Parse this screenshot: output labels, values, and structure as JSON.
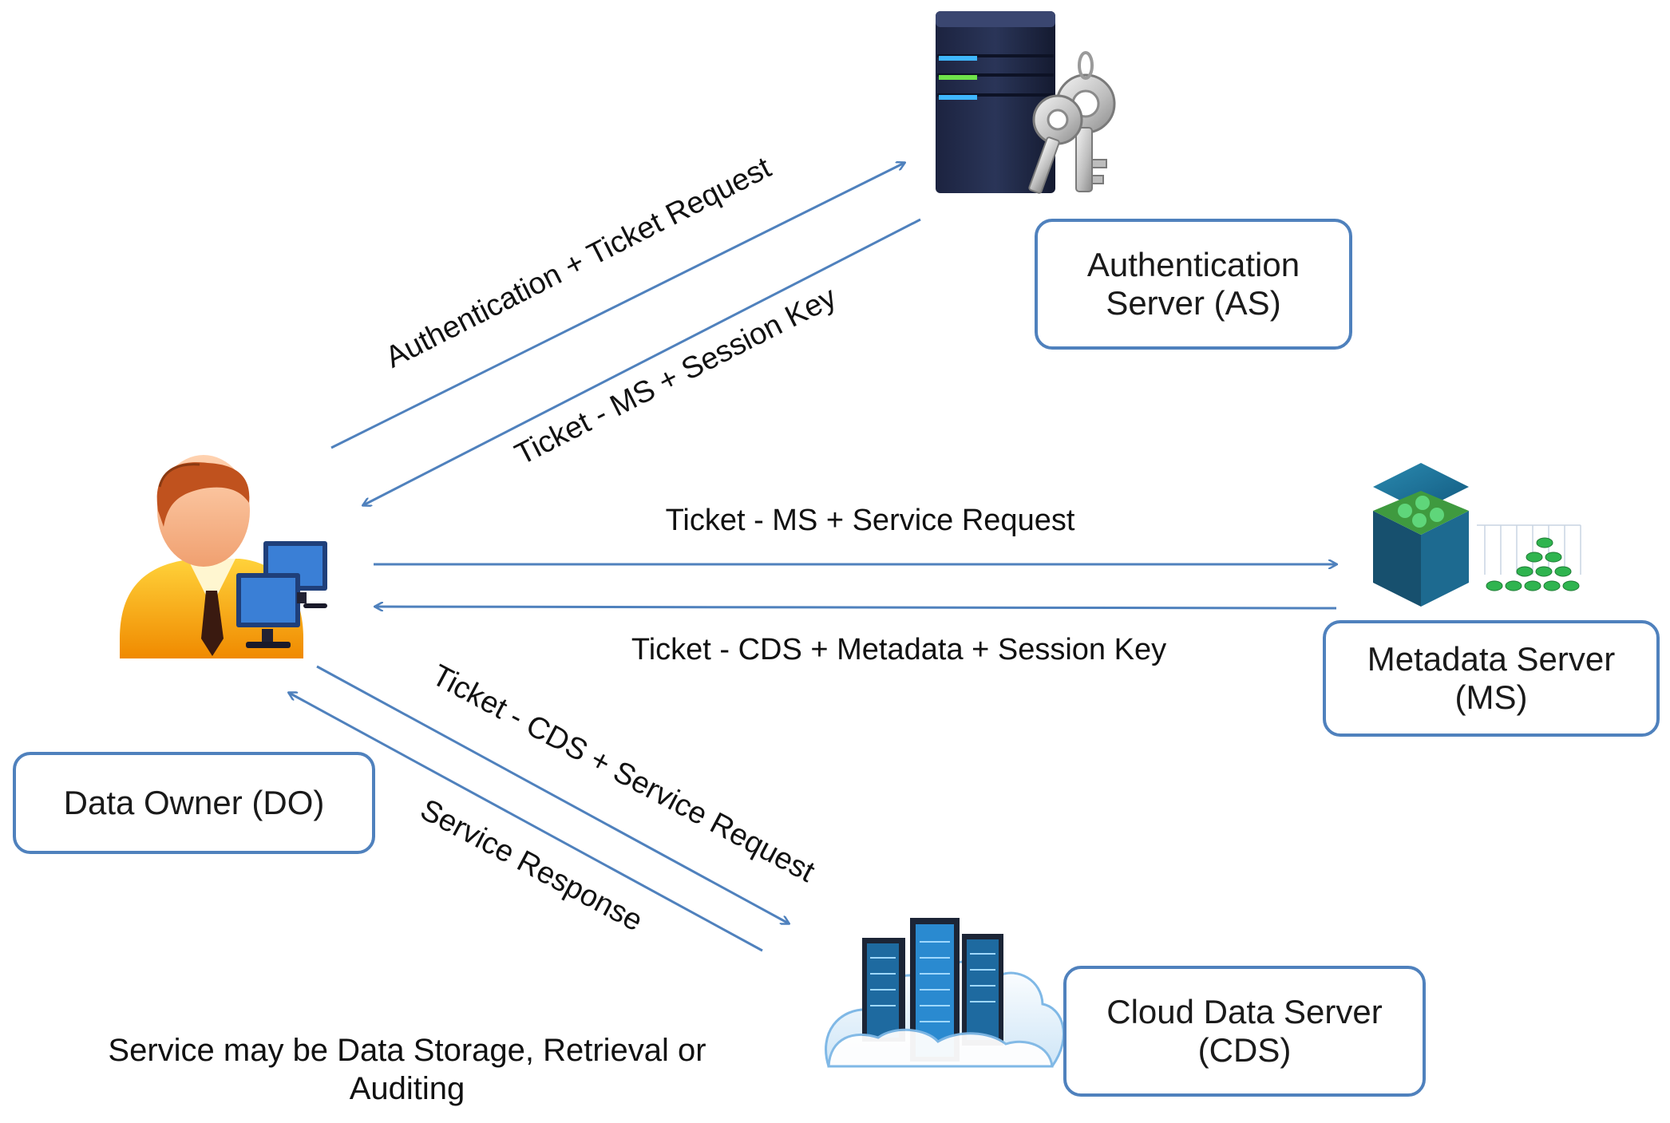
{
  "nodes": {
    "as": {
      "line1": "Authentication",
      "line2": "Server (AS)"
    },
    "ms": {
      "line1": "Metadata Server",
      "line2": "(MS)"
    },
    "cds": {
      "line1": "Cloud Data Server",
      "line2": "(CDS)"
    },
    "do": {
      "label": "Data Owner (DO)"
    }
  },
  "messages": {
    "auth_request": "Authentication + Ticket Request",
    "ticket_ms_session": "Ticket  - MS + Session Key",
    "ms_service_request": "Ticket - MS + Service Request",
    "cds_metadata_session": "Ticket - CDS + Metadata + Session Key",
    "cds_service_request": "Ticket - CDS + Service Request",
    "service_response": "Service Response"
  },
  "note": {
    "line1": "Service may be Data Storage, Retrieval or",
    "line2": "Auditing"
  },
  "colors": {
    "arrow": "#4f81bd",
    "box_border": "#4f81bd"
  }
}
